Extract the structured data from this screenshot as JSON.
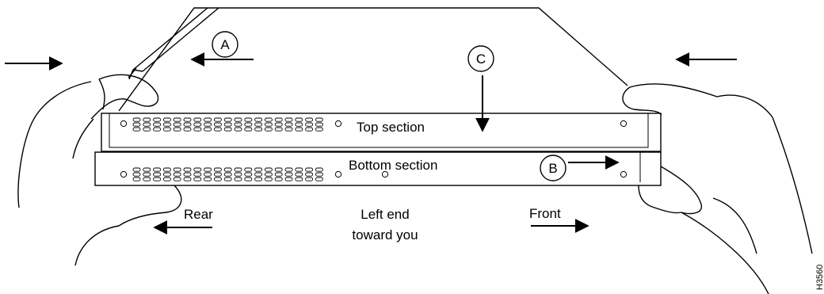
{
  "labels": {
    "top_section": "Top section",
    "bottom_section": "Bottom section",
    "rear": "Rear",
    "front": "Front",
    "left_end_line1": "Left end",
    "left_end_line2": "toward you",
    "figure_id": "H3560"
  },
  "callouts": {
    "a": "A",
    "b": "B",
    "c": "C"
  },
  "icons": {
    "arrow": "arrow-icon",
    "hand": "hand-icon",
    "screwdriver": "screwdriver-icon"
  }
}
